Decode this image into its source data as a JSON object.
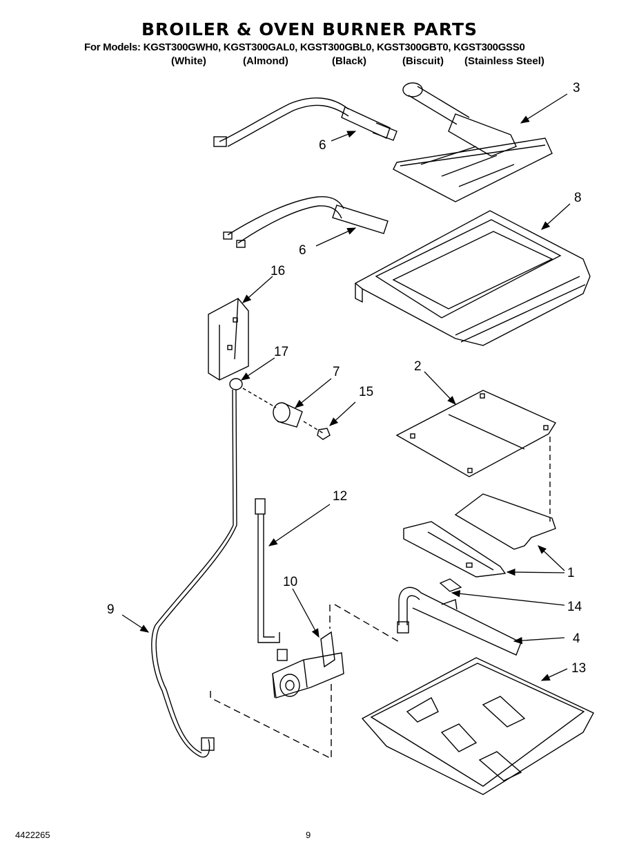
{
  "title": "BROILER & OVEN BURNER PARTS",
  "models_line": "For Models: KGST300GWH0, KGST300GAL0, KGST300GBL0, KGST300GBT0, KGST300GSS0",
  "colors": [
    "(White)",
    "(Almond)",
    "(Black)",
    "(Biscuit)",
    "(Stainless Steel)"
  ],
  "callouts": {
    "c3": "3",
    "c6a": "6",
    "c8": "8",
    "c6b": "6",
    "c16": "16",
    "c17": "17",
    "c7": "7",
    "c15": "15",
    "c2": "2",
    "c12": "12",
    "c1": "1",
    "c10": "10",
    "c14": "14",
    "c9": "9",
    "c4": "4",
    "c13": "13"
  },
  "footer": {
    "part_number": "4422265",
    "page": "9"
  }
}
